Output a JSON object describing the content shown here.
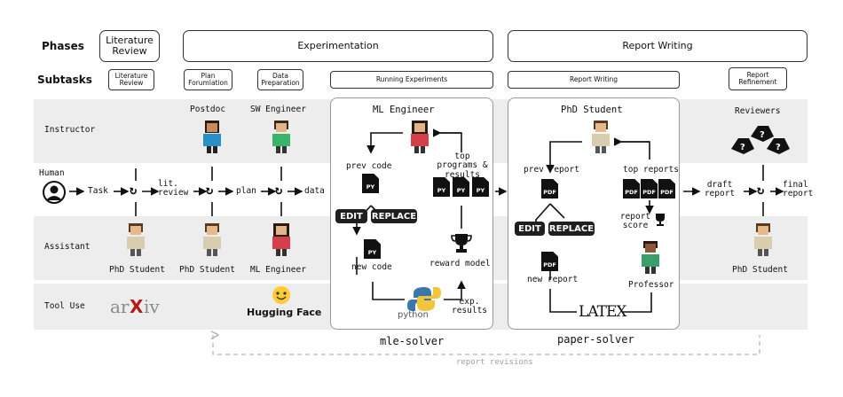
{
  "headers": {
    "phases": "Phases",
    "subtasks": "Subtasks"
  },
  "phases": {
    "literature_review": "Literature Review",
    "experimentation": "Experimentation",
    "report_writing": "Report Writing"
  },
  "subtasks": {
    "literature_review": "Literature Review",
    "plan_formulation": "Plan Forumlation",
    "data_preparation": "Data Preparation",
    "running_experiments": "Running Experiments",
    "report_writing": "Report Writing",
    "report_refinement": "Report Refinement"
  },
  "rows": {
    "instructor": "Instructor",
    "human": "Human",
    "assistant": "Assistant",
    "tool_use": "Tool Use"
  },
  "instructors": {
    "postdoc": "Postdoc",
    "sw_engineer": "SW Engineer",
    "reviewers": "Reviewers"
  },
  "assistants": {
    "phd1": "PhD Student",
    "phd2": "PhD Student",
    "ml_engineer": "ML Engineer",
    "phd3": "PhD Student"
  },
  "flow": {
    "task": "Task",
    "lit_review": "lit. review",
    "plan": "plan",
    "data": "data",
    "draft_report": "draft report",
    "final_report": "final report"
  },
  "mle_solver": {
    "title": "ML Engineer",
    "prev_code": "prev code",
    "top_programs": "top programs & results",
    "edit": "EDIT",
    "replace": "REPLACE",
    "new_code": "new code",
    "reward_model": "reward model",
    "exp_results": "exp. results",
    "python": "python",
    "py": "PY",
    "label": "mle-solver"
  },
  "paper_solver": {
    "title": "PhD Student",
    "prev_report": "prev report",
    "top_reports": "top reports",
    "edit": "EDIT",
    "replace": "REPLACE",
    "new_report": "new report",
    "report_score": "report score",
    "professor": "Professor",
    "latex": "LATEX",
    "pdf": "PDF",
    "label": "paper-solver"
  },
  "tools": {
    "arxiv": "arXiv",
    "hugging_face": "Hugging Face"
  },
  "report_revisions": "report revisions",
  "colors": {
    "band": "#ededed",
    "dashed": "#b8b8b8",
    "python_blue": "#3b77a8",
    "python_yellow": "#f2c53d",
    "hf_yellow": "#ffcc33",
    "arxiv_red": "#b31b1b"
  }
}
